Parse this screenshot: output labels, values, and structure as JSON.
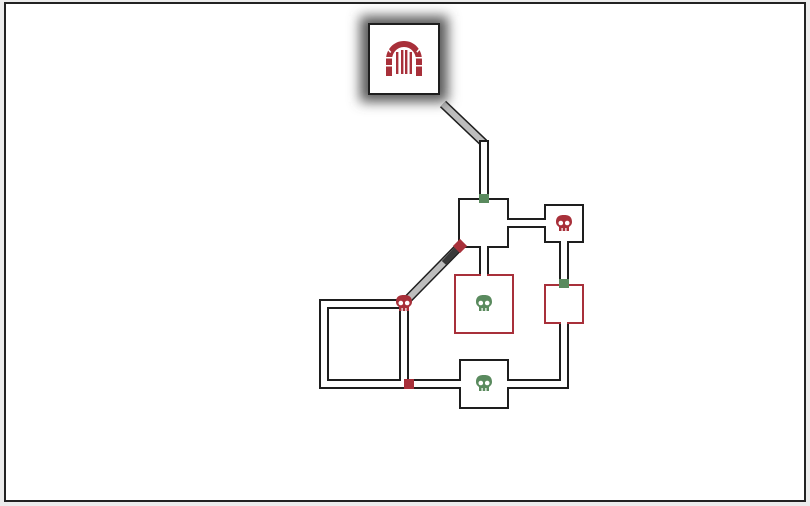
{
  "map": {
    "colors": {
      "wall": "#1e1e1e",
      "floor": "#ffffff",
      "danger": "#a8303a",
      "safe": "#5a8a5e",
      "stair": "#bdbdbd",
      "stair_dark": "#3a3a3a",
      "highlight_glow": "#5a5a5a",
      "background": "#ececec"
    },
    "entrance": {
      "icon": "gate-arch-icon",
      "color": "#a8303a",
      "highlighted": true
    },
    "rooms": [
      {
        "id": "entrance",
        "icon": "gate-arch-icon",
        "color": "#a8303a"
      },
      {
        "id": "hub",
        "icon": null,
        "color": null
      },
      {
        "id": "east-small",
        "icon": "skull-icon",
        "color": "#a8303a"
      },
      {
        "id": "center-red",
        "icon": "skull-icon",
        "color": "#5a8a5e"
      },
      {
        "id": "east-red",
        "icon": null,
        "color": null
      },
      {
        "id": "south",
        "icon": "skull-icon",
        "color": "#5a8a5e"
      },
      {
        "id": "west-loop",
        "icon": "skull-icon",
        "color": "#a8303a"
      }
    ],
    "doors": [
      {
        "id": "hub-north",
        "state": "safe"
      },
      {
        "id": "east-red-top",
        "state": "safe"
      },
      {
        "id": "west-bottom",
        "state": "danger"
      },
      {
        "id": "diagonal-top",
        "state": "danger"
      }
    ]
  }
}
